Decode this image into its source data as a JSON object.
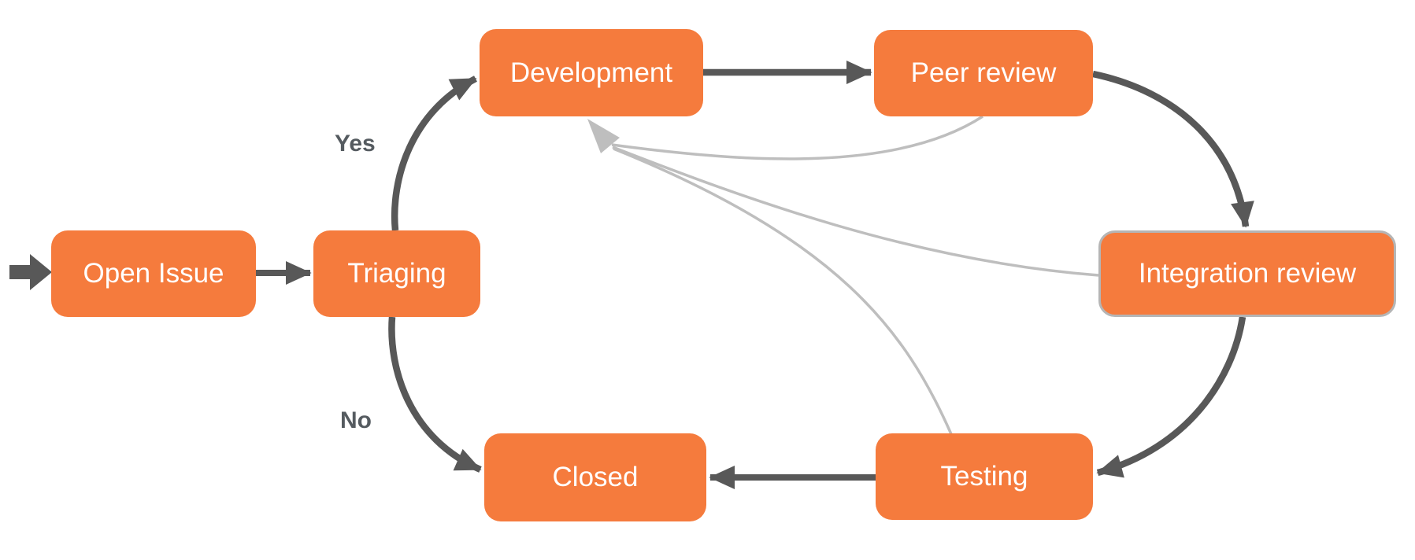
{
  "diagram": {
    "type": "flowchart",
    "nodes": {
      "open_issue": {
        "label": "Open Issue"
      },
      "triaging": {
        "label": "Triaging"
      },
      "development": {
        "label": "Development"
      },
      "peer_review": {
        "label": "Peer review"
      },
      "integration_review": {
        "label": "Integration review",
        "highlighted_border": true
      },
      "testing": {
        "label": "Testing"
      },
      "closed": {
        "label": "Closed"
      }
    },
    "edge_labels": {
      "yes": "Yes",
      "no": "No"
    },
    "edges": [
      {
        "from": "start",
        "to": "open_issue",
        "style": "dark"
      },
      {
        "from": "open_issue",
        "to": "triaging",
        "style": "dark"
      },
      {
        "from": "triaging",
        "to": "development",
        "style": "dark",
        "label": "Yes"
      },
      {
        "from": "triaging",
        "to": "closed",
        "style": "dark",
        "label": "No"
      },
      {
        "from": "development",
        "to": "peer_review",
        "style": "dark"
      },
      {
        "from": "peer_review",
        "to": "integration_review",
        "style": "dark"
      },
      {
        "from": "integration_review",
        "to": "testing",
        "style": "dark"
      },
      {
        "from": "testing",
        "to": "closed",
        "style": "dark"
      },
      {
        "from": "peer_review",
        "to": "development",
        "style": "light"
      },
      {
        "from": "integration_review",
        "to": "development",
        "style": "light"
      },
      {
        "from": "testing",
        "to": "development",
        "style": "light"
      }
    ],
    "colors": {
      "node_fill": "#F57B3D",
      "node_text": "#FFFFFF",
      "node_highlight_border": "#B5B5B5",
      "edge_dark": "#585858",
      "edge_light": "#BEBEBE",
      "edge_label_text": "#555B60",
      "background": "#FFFFFF"
    }
  }
}
